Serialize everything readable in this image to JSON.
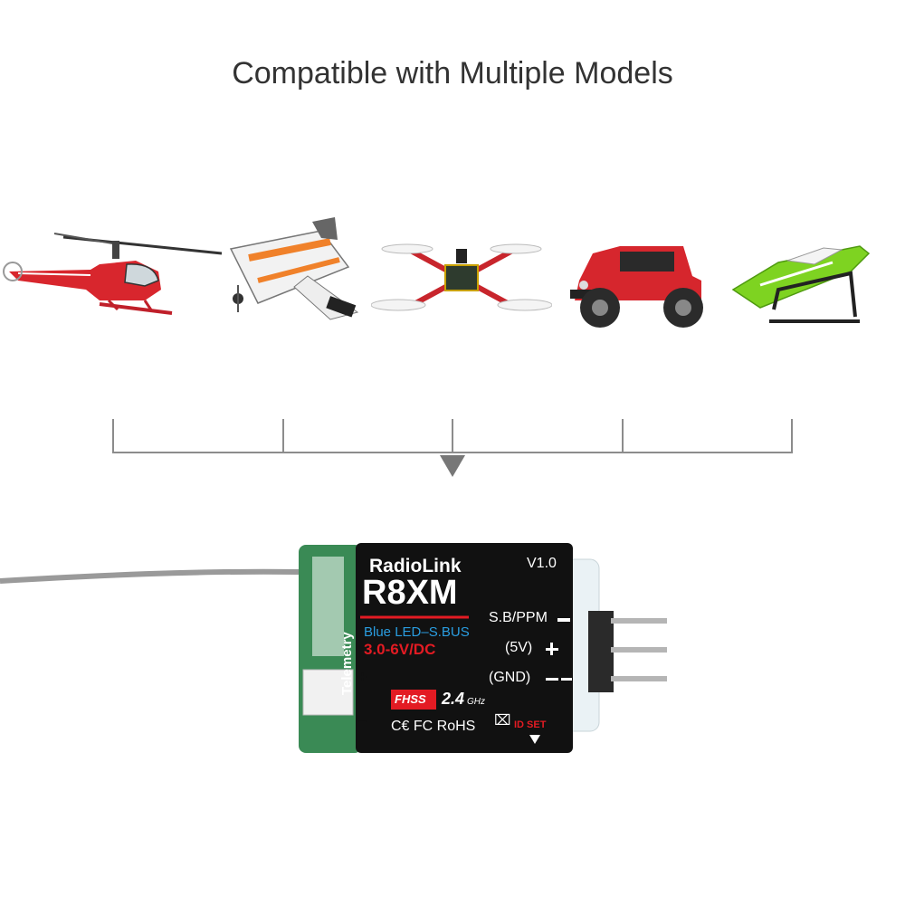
{
  "title": "Compatible with Multiple Models",
  "models": [
    {
      "name": "helicopter",
      "icon": "helicopter-icon"
    },
    {
      "name": "airplane",
      "icon": "airplane-icon"
    },
    {
      "name": "quadcopter",
      "icon": "quadcopter-icon"
    },
    {
      "name": "rc-car",
      "icon": "rc-car-icon"
    },
    {
      "name": "rc-boat",
      "icon": "rc-boat-icon"
    }
  ],
  "receiver": {
    "brand": "RadioLink",
    "model": "R8XM",
    "version": "V1.0",
    "led_line": "Blue LED–S.BUS",
    "voltage": "3.0-6V/DC",
    "pin_sbus": "S.B/PPM",
    "pin_5v": "(5V)",
    "pin_gnd": "(GND)",
    "fhss": "FHSS",
    "band": "2.4",
    "band_unit": "GHz",
    "certs": "C€ FC RoHS",
    "id_set": "ID SET",
    "telemetry": "Telemetry",
    "plus": "+",
    "minus": "–"
  },
  "colors": {
    "label_black": "#111111",
    "accent_red": "#e31b23",
    "led_blue": "#2a9de0",
    "pcb_green": "#2f7a4a",
    "connector_gray": "#8c8c8c"
  }
}
